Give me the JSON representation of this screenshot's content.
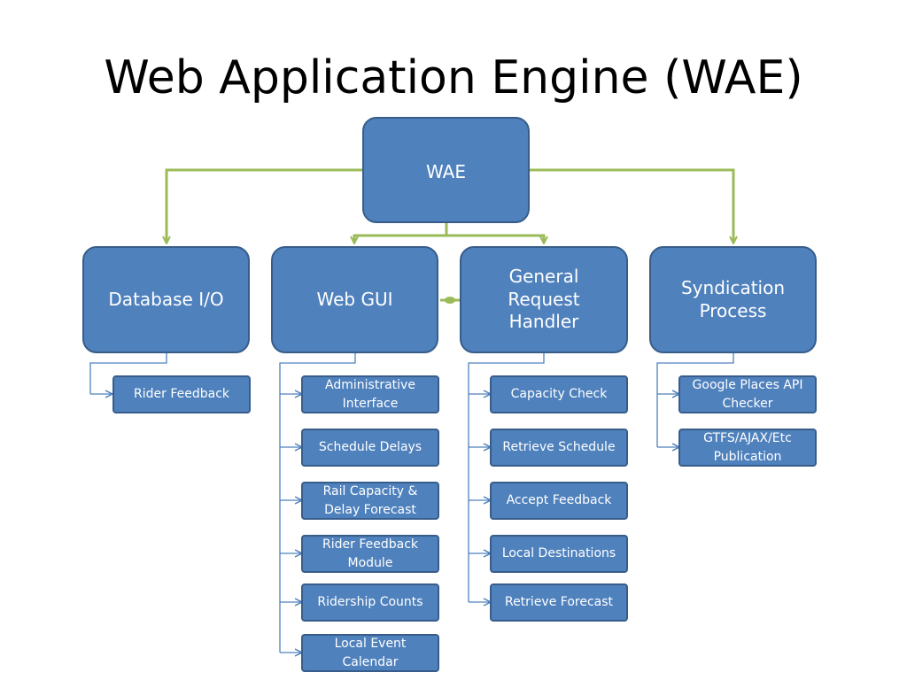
{
  "title": "Web Application Engine (WAE)",
  "root": {
    "label": "WAE"
  },
  "branches": [
    {
      "label": "Database I/O",
      "children": [
        "Rider Feedback"
      ]
    },
    {
      "label": "Web GUI",
      "children": [
        "Administrative Interface",
        "Schedule Delays",
        "Rail Capacity & Delay Forecast",
        "Rider Feedback Module",
        "Ridership Counts",
        "Local Event Calendar"
      ]
    },
    {
      "label": "General Request Handler",
      "children": [
        "Capacity Check",
        "Retrieve Schedule",
        "Accept Feedback",
        "Local Destinations",
        "Retrieve Forecast"
      ]
    },
    {
      "label": "Syndication Process",
      "children": [
        "Google Places API Checker",
        "GTFS/AJAX/Etc Publication"
      ]
    }
  ],
  "colors": {
    "box_fill": "#4f81bd",
    "box_border": "#385d8a",
    "green_connector": "#9bbb59",
    "blue_connector": "#4f81bd"
  }
}
